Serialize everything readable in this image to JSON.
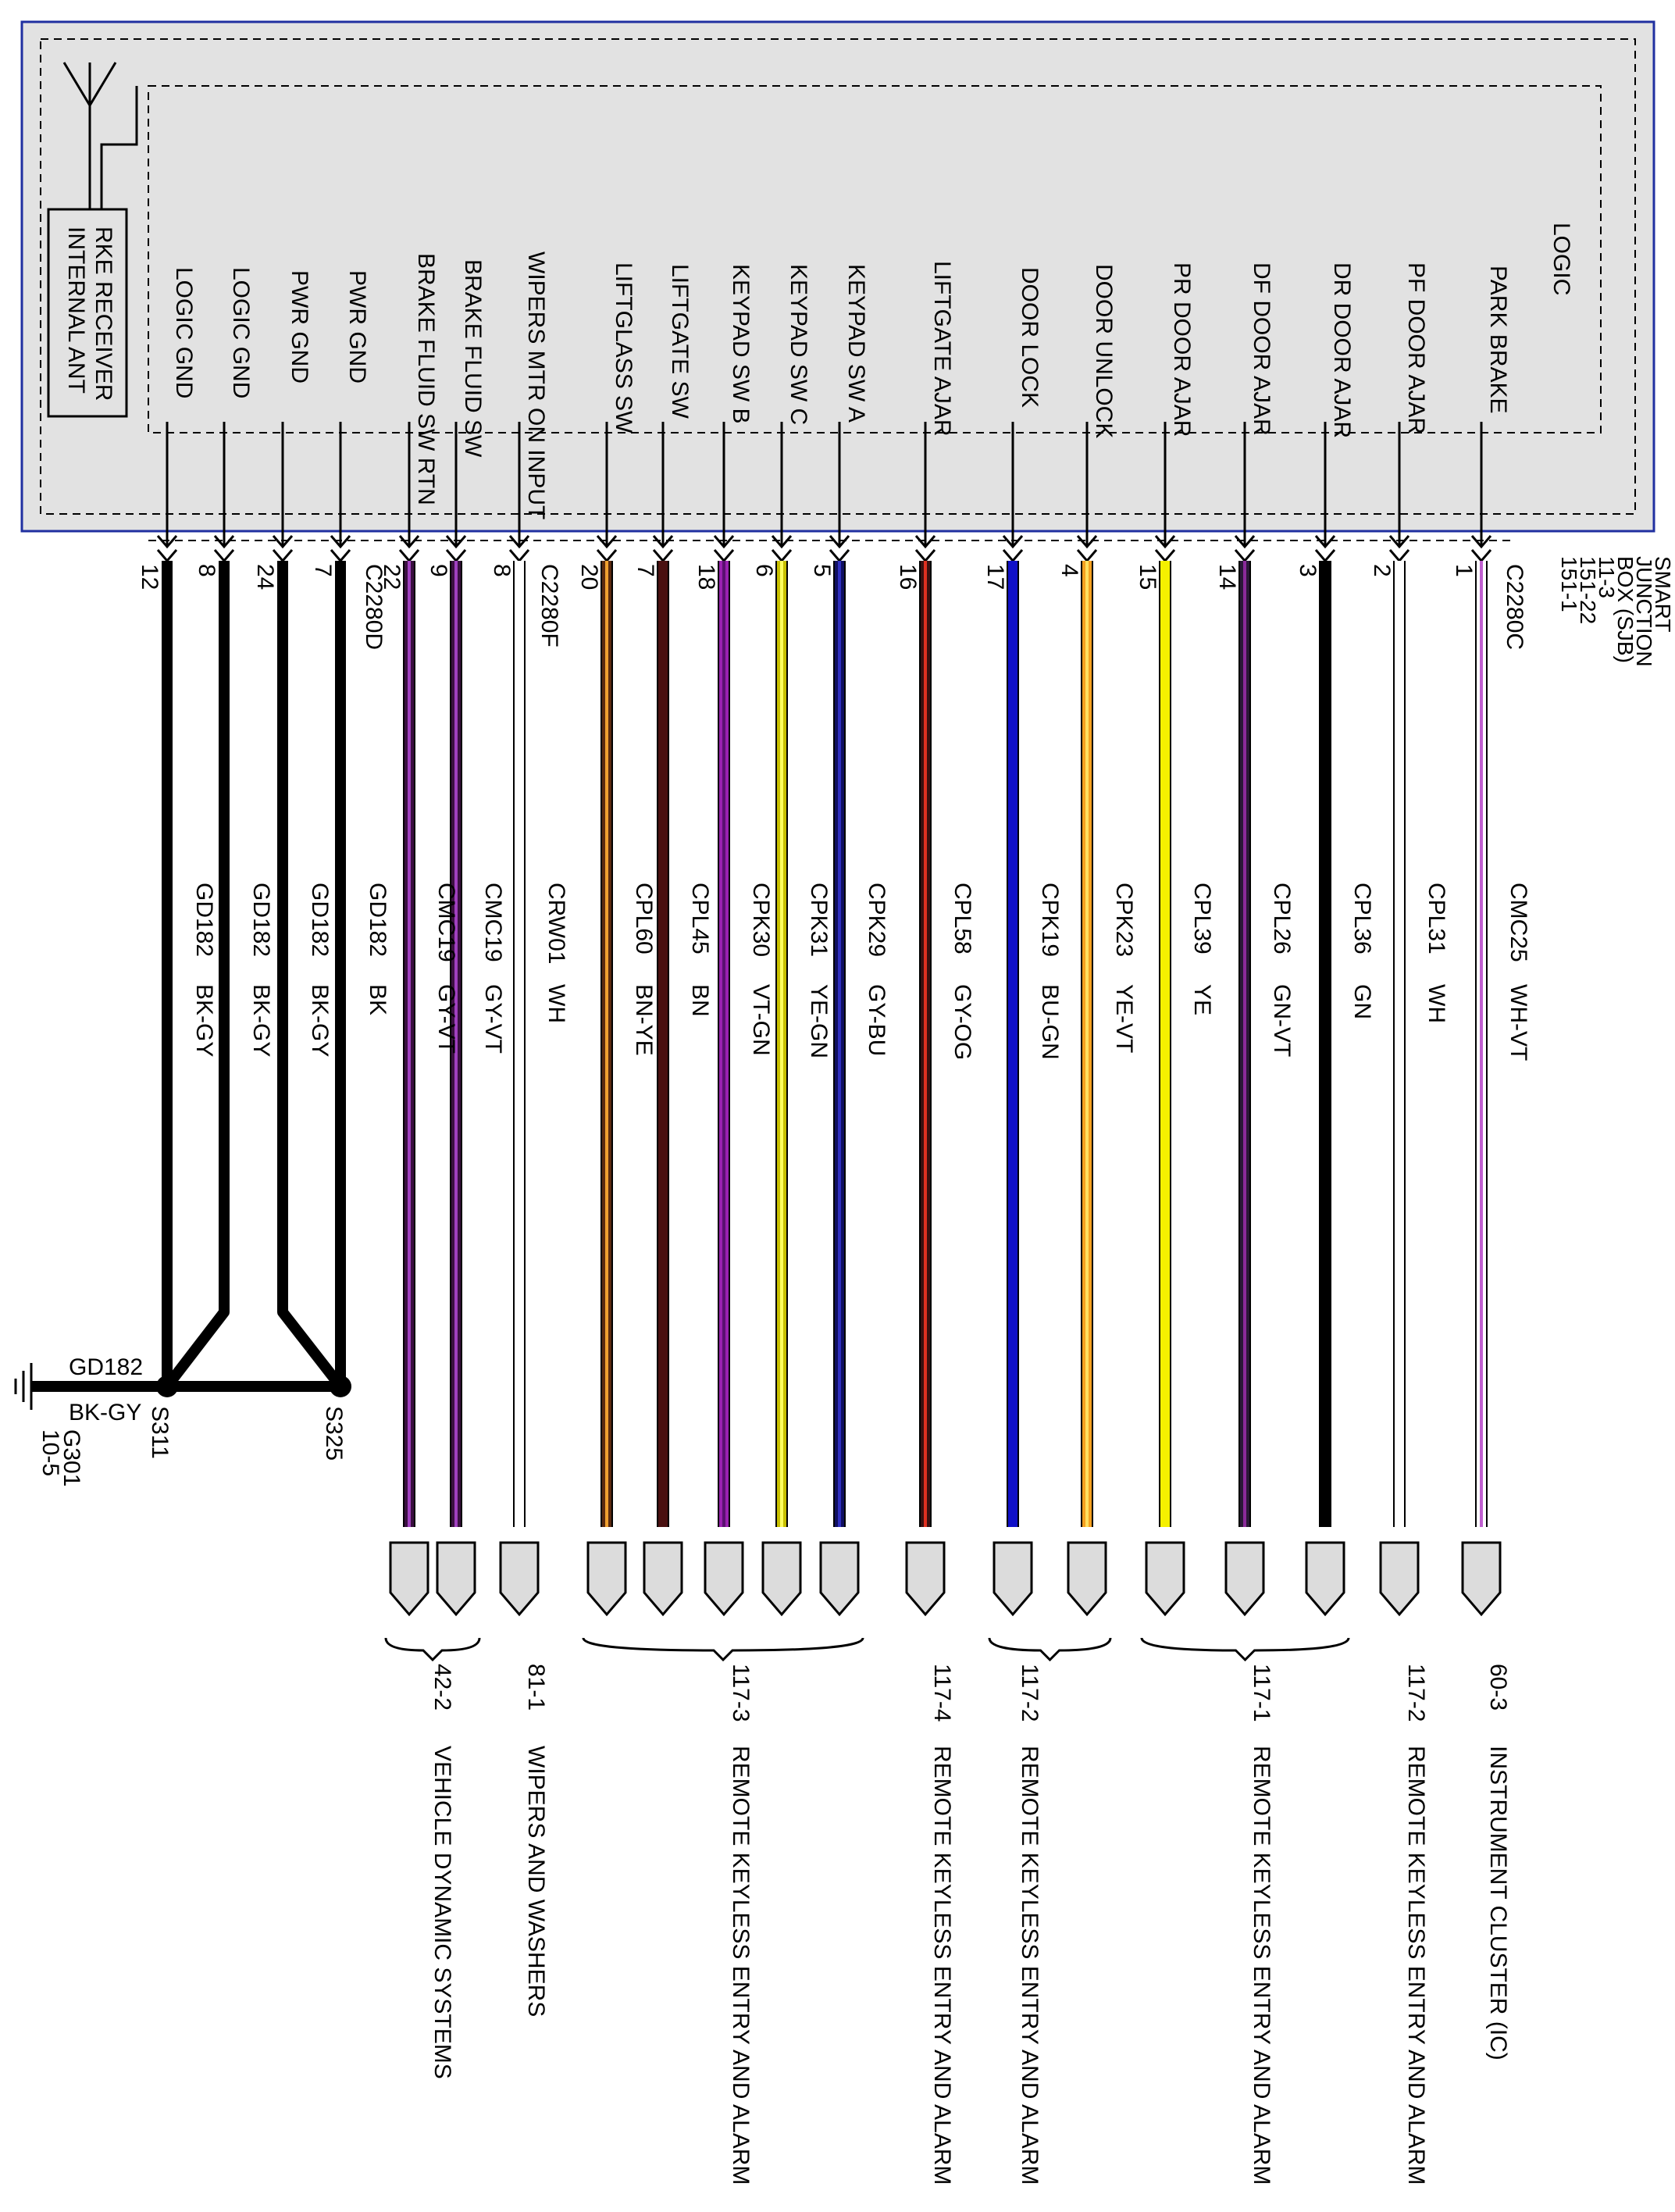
{
  "module": {
    "title": "SMART JUNCTION BOX (SJB)",
    "title_lines": [
      "SMART",
      "JUNCTION",
      "BOX (SJB)",
      "11-3",
      "151-22",
      "151-1"
    ],
    "logic_label": "LOGIC",
    "receiver_label_1": "RKE RECEIVER",
    "receiver_label_2": "INTERNAL ANT"
  },
  "connectors": [
    "C2280C",
    "C2280F",
    "C2280D"
  ],
  "wires": [
    {
      "func": "PARK BRAKE",
      "connector": "C2280C",
      "pin": "1",
      "circuit": "CMC25",
      "color": "WH-VT",
      "dest": "60-3",
      "colors": [
        "#ffffff",
        "#c060d0"
      ]
    },
    {
      "func": "PF DOOR AJAR",
      "pin": "2",
      "circuit": "CPL31",
      "color": "WH",
      "dest": "117-2",
      "colors": [
        "#ffffff"
      ]
    },
    {
      "func": "DR DOOR AJAR",
      "pin": "3",
      "circuit": "CPL36",
      "color": "GN",
      "colors": [
        "#000000"
      ]
    },
    {
      "func": "DF DOOR AJAR",
      "pin": "14",
      "circuit": "CPL26",
      "color": "GN-VT",
      "colors": [
        "#2a1838",
        "#8a2a9a"
      ]
    },
    {
      "func": "PR DOOR AJAR",
      "pin": "15",
      "circuit": "CPL39",
      "color": "YE",
      "colors": [
        "#f5f000"
      ]
    },
    {
      "func": "DOOR UNLOCK",
      "pin": "4",
      "circuit": "CPK23",
      "color": "YE-VT",
      "colors": [
        "#f5a020",
        "#ffe060"
      ]
    },
    {
      "func": "DOOR LOCK",
      "pin": "17",
      "circuit": "CPK19",
      "color": "BU-GN",
      "colors": [
        "#1010c8"
      ]
    },
    {
      "func": "LIFTGATE AJAR",
      "pin": "16",
      "circuit": "CPL58",
      "color": "GY-OG",
      "dest": "117-4",
      "colors": [
        "#3a1010",
        "#e03020"
      ]
    },
    {
      "func": "KEYPAD SW A",
      "pin": "5",
      "circuit": "CPK29",
      "color": "GY-BU",
      "colors": [
        "#101060",
        "#3030c0"
      ]
    },
    {
      "func": "KEYPAD SW C",
      "pin": "6",
      "circuit": "CPK31",
      "color": "YE-GN",
      "colors": [
        "#c8c000",
        "#ffff60"
      ]
    },
    {
      "func": "KEYPAD SW B",
      "pin": "18",
      "circuit": "CPK30",
      "color": "VT-GN",
      "colors": [
        "#9a20b0",
        "#5a1070"
      ]
    },
    {
      "func": "LIFTGATE SW",
      "pin": "7",
      "circuit": "CPL45",
      "color": "BN",
      "colors": [
        "#4a1010"
      ]
    },
    {
      "func": "LIFTGLASS SW",
      "pin": "20",
      "circuit": "CPL60",
      "color": "BN-YE",
      "colors": [
        "#5a2a10",
        "#f0a030"
      ]
    },
    {
      "func": "WIPERS MTR ON INPUT",
      "connector": "C2280F",
      "pin": "8",
      "circuit": "CRW01",
      "color": "WH",
      "dest": "81-1",
      "colors": [
        "#ffffff"
      ]
    },
    {
      "func": "BRAKE FLUID SW",
      "pin": "9",
      "circuit": "CMC19",
      "color": "GY-VT",
      "colors": [
        "#3a1040",
        "#a040c0"
      ]
    },
    {
      "func": "BRAKE FLUID SW RTN",
      "pin": "22",
      "circuit": "CMC19",
      "color": "GY-VT",
      "colors": [
        "#3a1040",
        "#a040c0"
      ]
    },
    {
      "func": "PWR GND",
      "connector": "C2280D",
      "pin": "7",
      "circuit": "GD182",
      "color": "BK",
      "colors": [
        "#000000"
      ]
    },
    {
      "func": "PWR GND",
      "pin": "24",
      "circuit": "GD182",
      "color": "BK-GY",
      "colors": [
        "#000000"
      ]
    },
    {
      "func": "LOGIC GND",
      "pin": "8",
      "circuit": "GD182",
      "color": "BK-GY",
      "colors": [
        "#000000"
      ]
    },
    {
      "func": "LOGIC GND",
      "pin": "12",
      "circuit": "GD182",
      "color": "BK-GY",
      "colors": [
        "#000000"
      ]
    }
  ],
  "groups": [
    {
      "ref": "60-3",
      "desc": "INSTRUMENT CLUSTER (IC)"
    },
    {
      "ref": "117-2",
      "desc": "REMOTE KEYLESS ENTRY AND ALARM"
    },
    {
      "ref": "117-1",
      "desc": "REMOTE KEYLESS ENTRY AND ALARM"
    },
    {
      "ref": "117-2",
      "desc": "REMOTE KEYLESS ENTRY AND ALARM"
    },
    {
      "ref": "117-4",
      "desc": "REMOTE KEYLESS ENTRY AND ALARM"
    },
    {
      "ref": "117-3",
      "desc": "REMOTE KEYLESS ENTRY AND ALARM"
    },
    {
      "ref": "81-1",
      "desc": "WIPERS AND WASHERS"
    },
    {
      "ref": "42-2",
      "desc": "VEHICLE DYNAMIC SYSTEMS"
    }
  ],
  "ground": {
    "splices": [
      "S311",
      "S325"
    ],
    "circuit": "GD182",
    "color": "BK-GY",
    "ground_ref_1": "G301",
    "ground_ref_2": "10-5"
  }
}
